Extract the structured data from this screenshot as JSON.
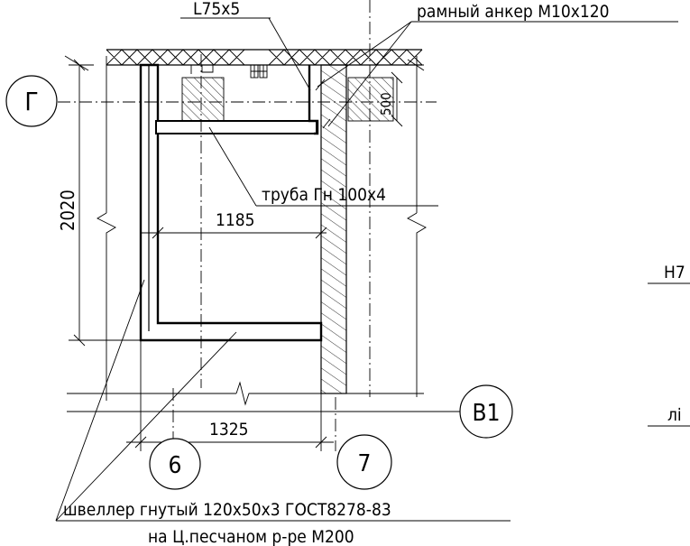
{
  "labels": {
    "angle": "L75x5",
    "anchor": "рамный анкер М10х120",
    "pipe": "труба Гн 100х4",
    "channel_line1": "швеллер гнутый 120х50х3 ГОСТ8278-83",
    "channel_line2": "на Ц.песчаном р-ре М200",
    "right_cut_1": "Н7",
    "right_cut_2": "лі"
  },
  "dimensions": {
    "height": "2020",
    "width_inner": "1185",
    "width_outer": "1325",
    "small": "500"
  },
  "axes": {
    "g": "Г",
    "v1": "В1",
    "six": "6",
    "seven": "7"
  }
}
